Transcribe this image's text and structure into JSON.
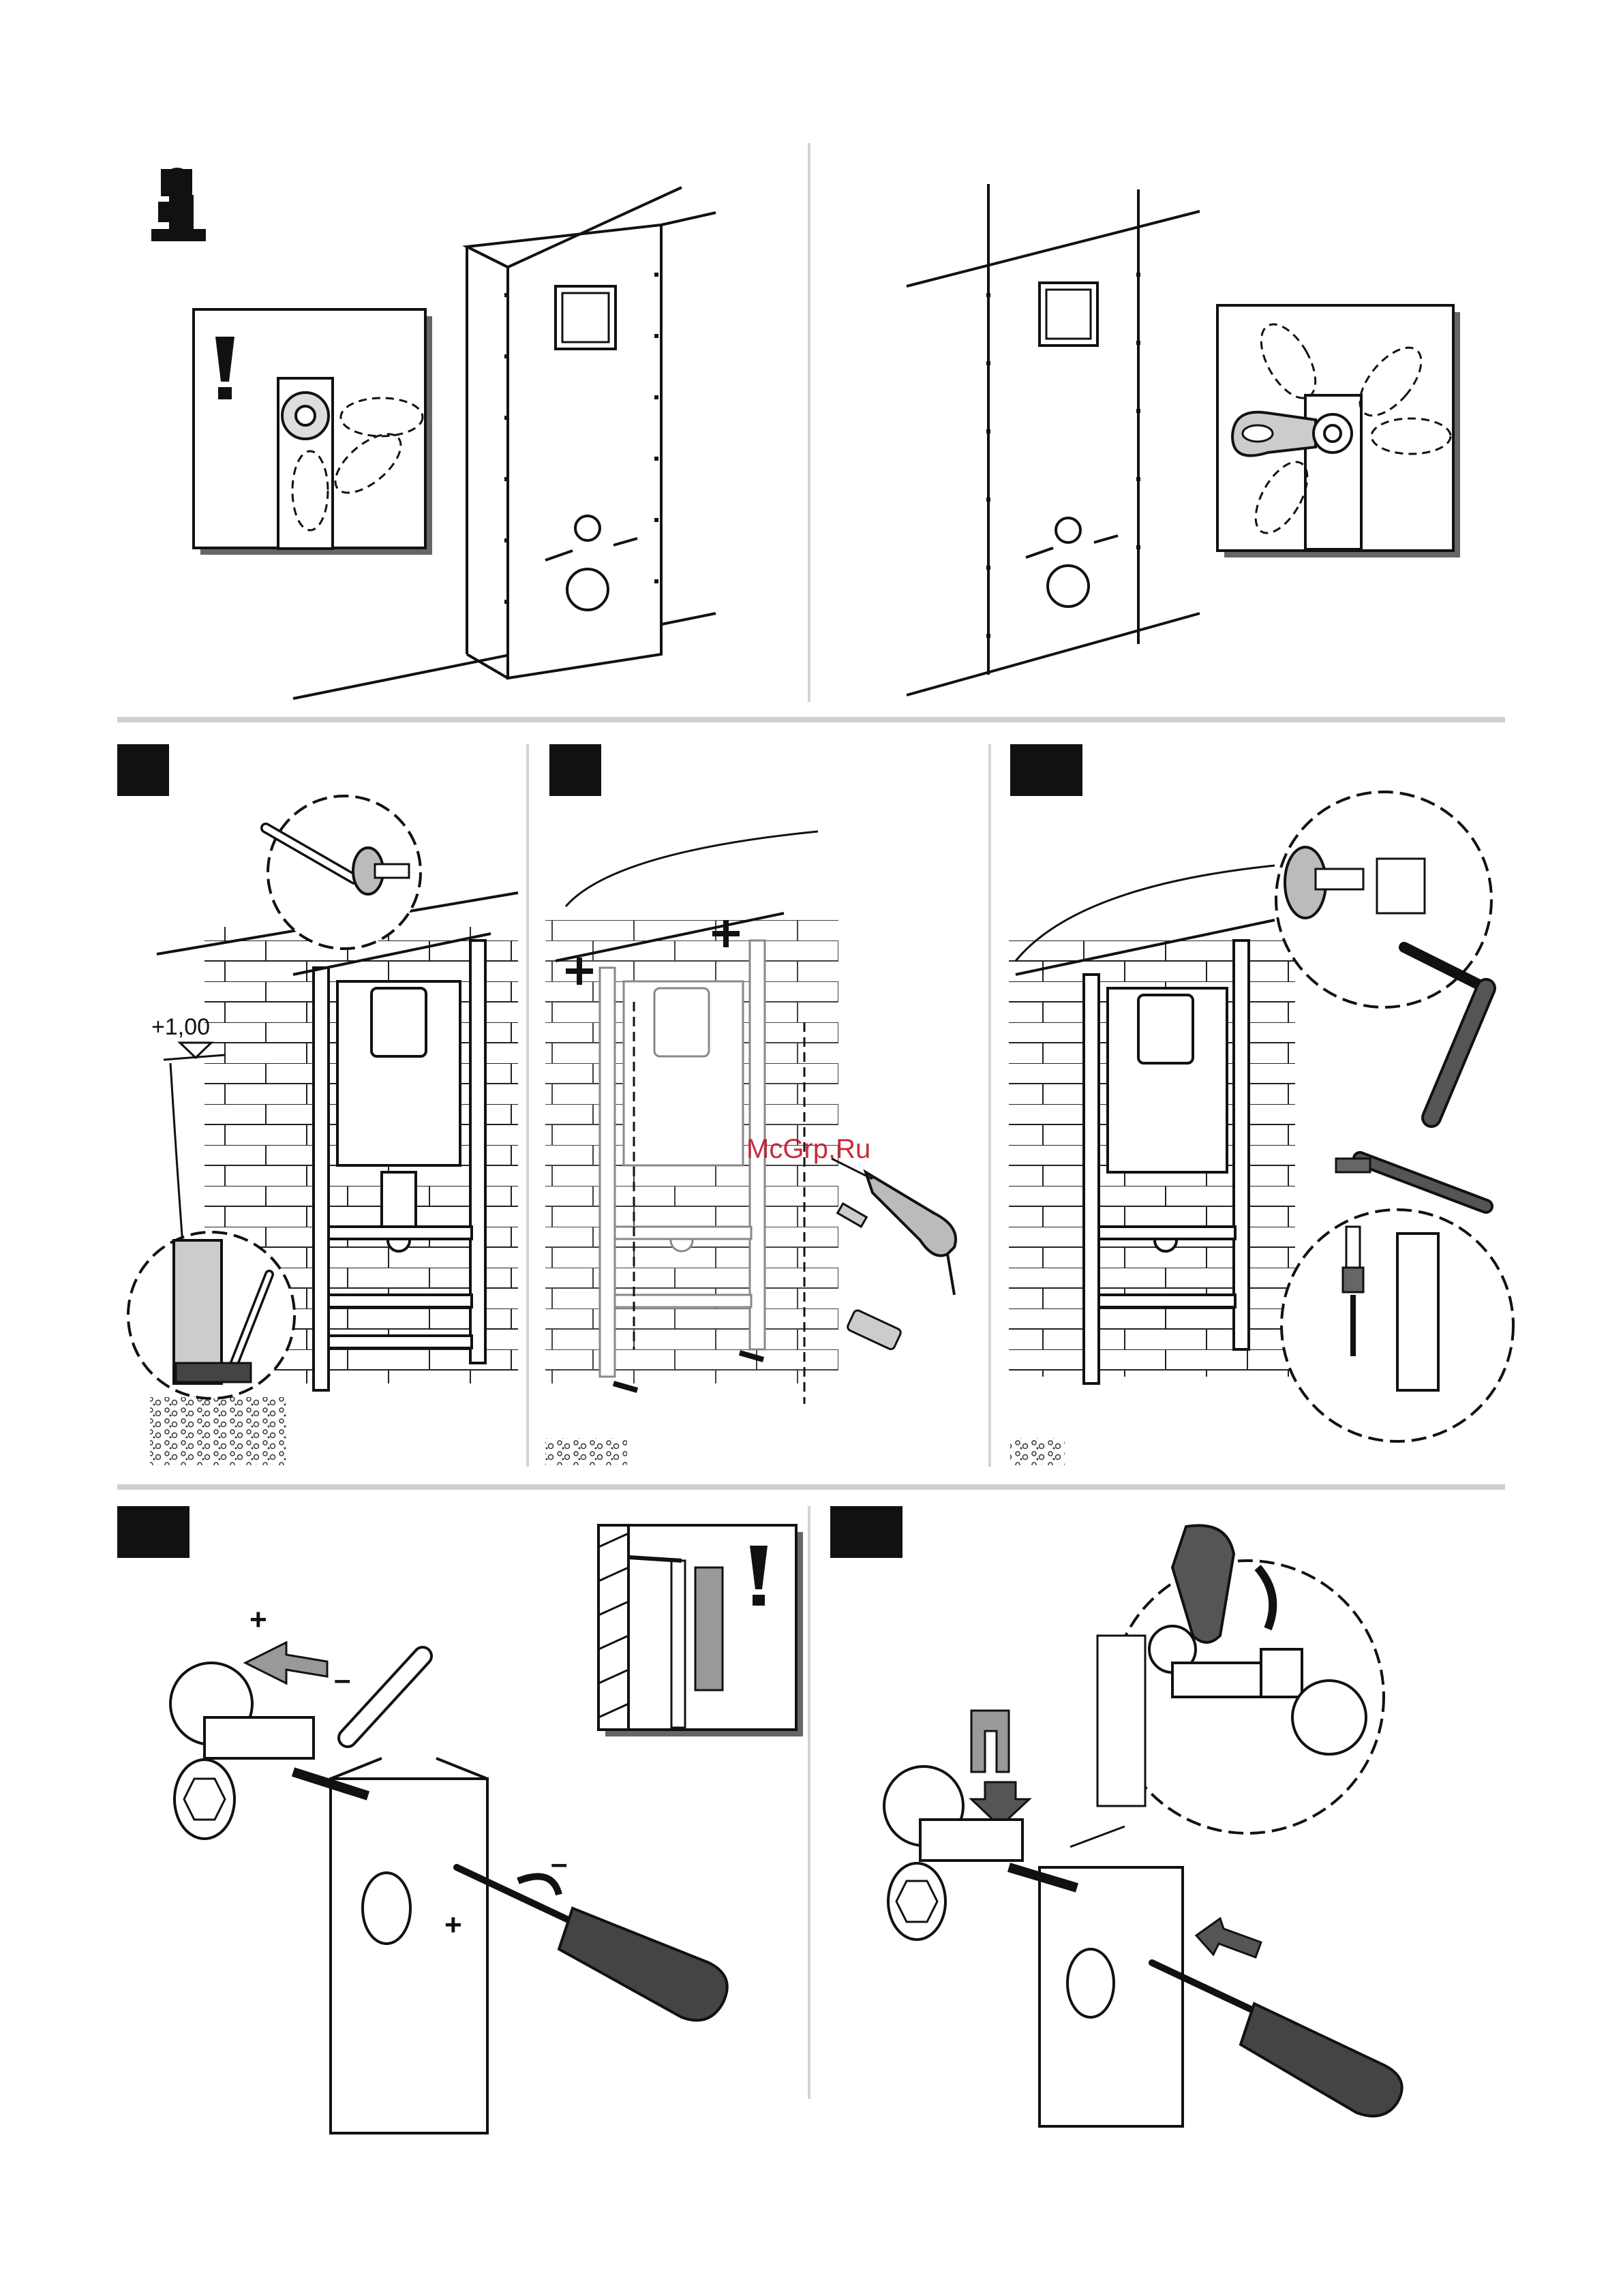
{
  "colors": {
    "ink": "#111111",
    "separator": "#cfcfcf",
    "watermark": "#c0162a",
    "paper": "#ffffff"
  },
  "icons": [
    "info-icon",
    "warning-icon",
    "plus-sign",
    "minus-sign"
  ],
  "panels": {
    "step1": {
      "height_label": "+1,00"
    },
    "step4": {
      "plus": "+",
      "minus": "–",
      "screw_plus": "+",
      "screw_minus": "–"
    }
  },
  "watermark": {
    "text": "McGrp.Ru"
  }
}
